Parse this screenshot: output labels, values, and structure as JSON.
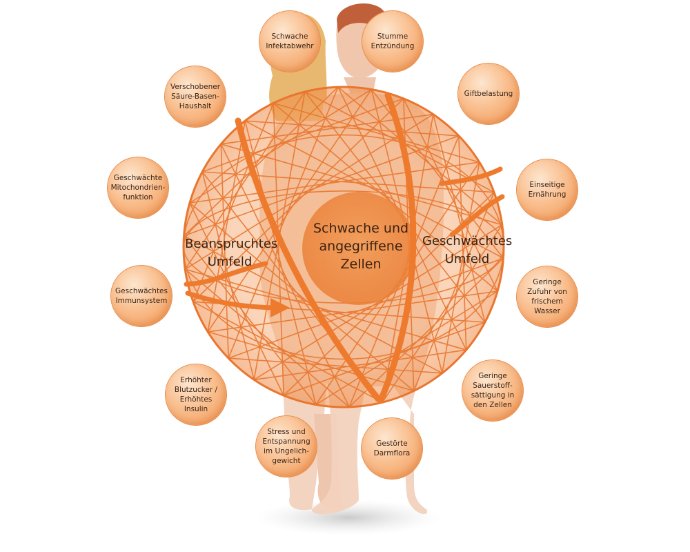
{
  "diagram": {
    "center_label": "Schwache und\nangegriffene\nZellen",
    "left_environment_label": "Beanspruchtes\nUmfeld",
    "right_environment_label": "Geschwächtes\nUmfeld",
    "colors": {
      "accent": "#ee7a2d",
      "sphere_line": "#e8762e",
      "bubble_fill": "#f9bf8f",
      "skin": "#f2d2bd",
      "hair_female": "#e8b870",
      "hair_male": "#c0603a"
    }
  },
  "factors": [
    {
      "id": "schwache-infektabwehr",
      "label": "Schwache\nInfektabwehr"
    },
    {
      "id": "stumme-entzuendung",
      "label": "Stumme\nEntzündung"
    },
    {
      "id": "giftbelastung",
      "label": "Giftbelastung"
    },
    {
      "id": "einseitige-ernaehrung",
      "label": "Einseitige\nErnährung"
    },
    {
      "id": "geringe-wasserzufuhr",
      "label": "Geringe\nZufuhr von\nfrischem\nWasser"
    },
    {
      "id": "geringe-sauerstoffsaettigung",
      "label": "Geringe\nSauerstoff-\nsättigung in\nden Zellen"
    },
    {
      "id": "gestoerte-darmflora",
      "label": "Gestörte\nDarmflora"
    },
    {
      "id": "stress-entspannung",
      "label": "Stress und\nEntspannung\nim Ungelich-\ngewicht"
    },
    {
      "id": "erhoehter-blutzucker",
      "label": "Erhöhter\nBlutzucker /\nErhöhtes\nInsulin"
    },
    {
      "id": "geschwaechtes-immunsystem",
      "label": "Geschwächtes\nImmunsystem"
    },
    {
      "id": "geschwaechte-mitochondrienfunktion",
      "label": "Geschwächte\nMitochondrien-\nfunktion"
    },
    {
      "id": "saeure-basen-haushalt",
      "label": "Verschobener\nSäure-Basen-\nHaushalt"
    }
  ]
}
